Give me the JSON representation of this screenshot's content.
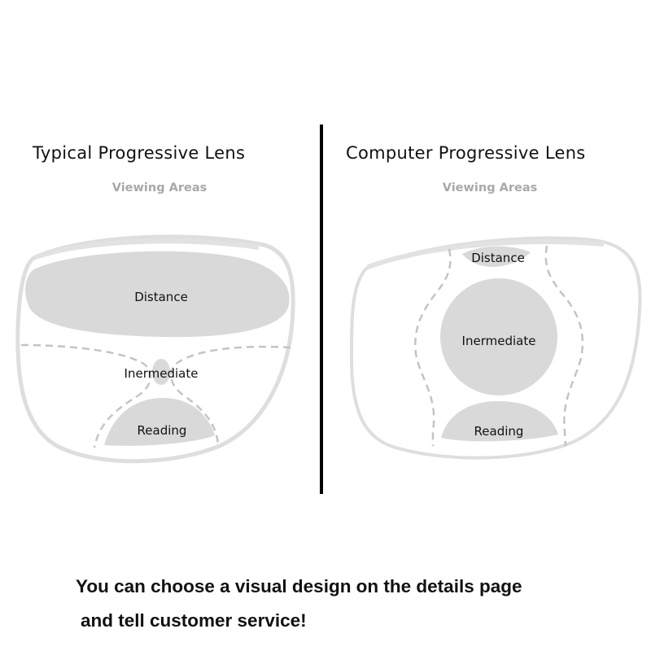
{
  "left_panel": {
    "title": "Typical Progressive Lens",
    "subtitle": "Viewing Areas",
    "zones": {
      "distance": "Distance",
      "intermediate": "Inermediate",
      "reading": "Reading"
    }
  },
  "right_panel": {
    "title": "Computer Progressive Lens",
    "subtitle": "Viewing Areas",
    "zones": {
      "distance": "Distance",
      "intermediate": "Inermediate",
      "reading": "Reading"
    }
  },
  "footer": {
    "line1": "You can choose a visual design on the details page",
    "line2": "and tell customer service!"
  },
  "colors": {
    "zone_fill": "#d9d9d9",
    "lens_rim": "#dedede",
    "dashed_boundary": "#c4c4c4",
    "subtitle": "#a8a8a8",
    "divider": "#000000"
  }
}
